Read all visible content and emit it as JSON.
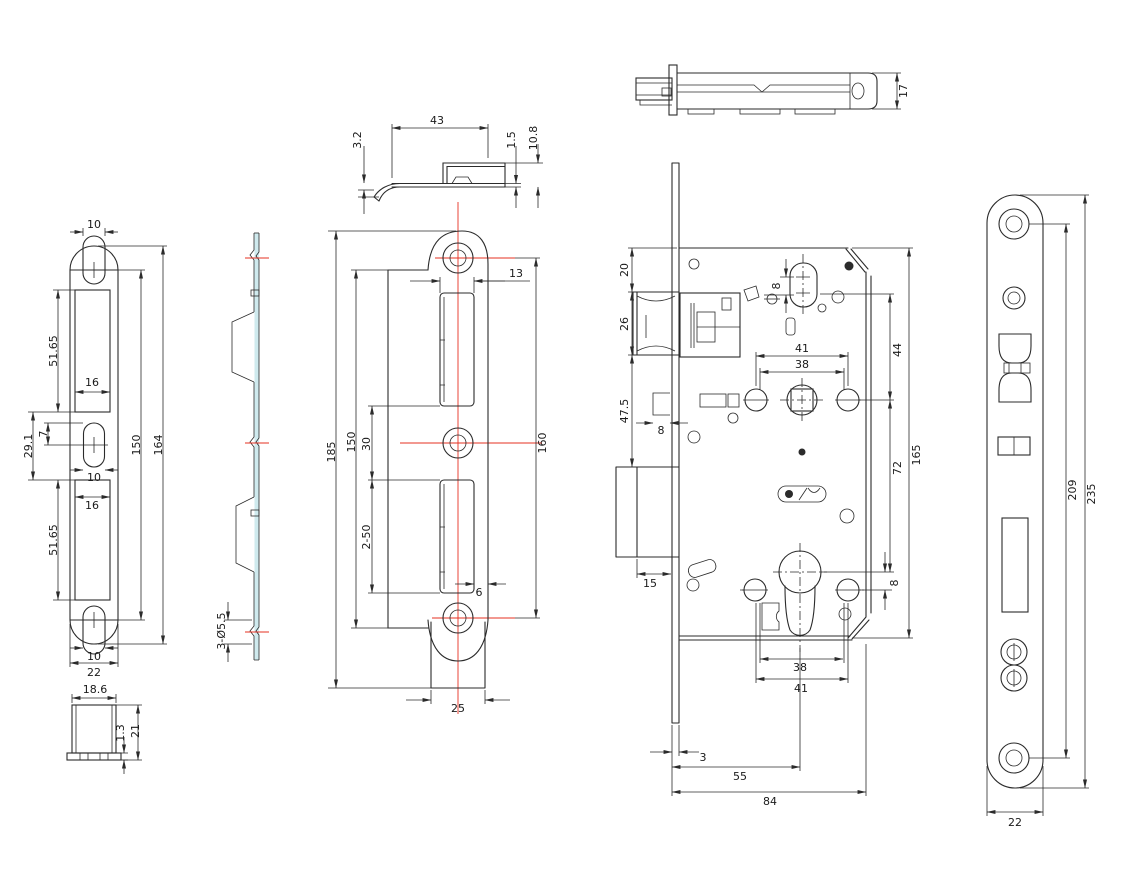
{
  "drawing": {
    "subject": "mortise-lock technical drawing",
    "colors": {
      "line": "#2b2b2b",
      "centerline": "#e63022",
      "section_fill": "#cfeaee",
      "background": "#ffffff"
    }
  },
  "views": {
    "strike_a": {
      "dims": {
        "top_tab_width": "10",
        "upper_cutout_height": "51.65",
        "upper_cutout_width": "16",
        "mid_section_height": "29.1",
        "mid_hole_offset": "7",
        "mid_hole_width": "10",
        "lower_cutout_width": "16",
        "lower_cutout_height": "51.65",
        "hole_span": "150",
        "overall_height": "164",
        "bottom_tab_width": "10",
        "plate_width": "22"
      }
    },
    "box_section": {
      "dims": {
        "width": "18.6",
        "flange_thickness": "1.3",
        "height": "21"
      }
    },
    "strike_side": {
      "dims": {
        "hole_callout": "3-Ø5.5"
      }
    },
    "strike_b_section": {
      "dims": {
        "lip_drop": "3.2",
        "lip_width": "43",
        "sheet_thickness": "1.5",
        "box_depth": "10.8"
      }
    },
    "strike_b": {
      "dims": {
        "slot_width": "13",
        "overall_height": "185",
        "body_height": "150",
        "slot_gap": "30",
        "hole_span": "160",
        "slot_length": "2-50",
        "slot_edge_offset": "6",
        "bottom_tab_width": "25"
      }
    },
    "lock_top": {
      "dims": {
        "case_thickness": "17"
      }
    },
    "lock_body": {
      "dims": {
        "top_to_latch": "20",
        "latch_height": "26",
        "latch_to_deadbolt": "47.5",
        "plate_recess": "8",
        "follower_offset": "8",
        "handle_span_top": "41",
        "fix_span_top": "38",
        "follower_to_spindle": "44",
        "spindle_to_cylinder": "72",
        "case_height": "165",
        "deadbolt_throw": "15",
        "cylinder_to_hole": "8",
        "fix_span_bottom": "38",
        "handle_span_bottom": "41",
        "faceplate_offset": "3",
        "backset": "55",
        "case_depth": "84"
      }
    },
    "faceplate": {
      "dims": {
        "screw_span": "209",
        "overall_height": "235",
        "plate_width": "22"
      }
    }
  }
}
